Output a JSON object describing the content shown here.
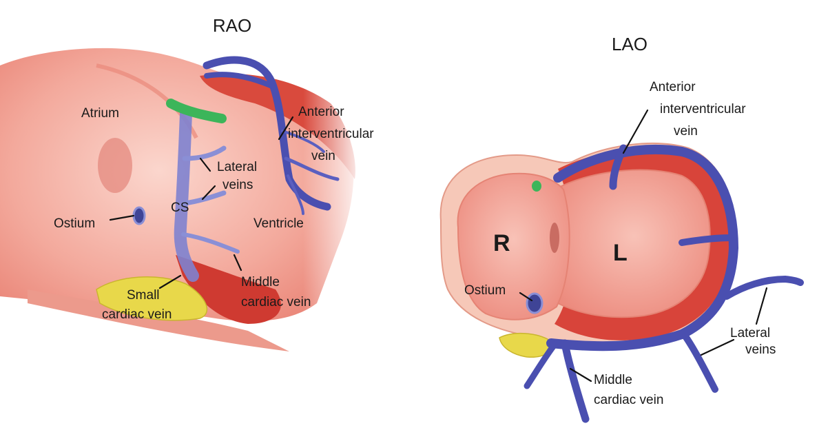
{
  "rao": {
    "title": "RAO",
    "labels": {
      "atrium": "Atrium",
      "anterior_iv": [
        "Anterior",
        "interventricular",
        "vein"
      ],
      "lateral_veins": [
        "Lateral",
        "veins"
      ],
      "cs": "CS",
      "ostium": "Ostium",
      "ventricle": "Ventricle",
      "middle_cardiac": [
        "Middle",
        "cardiac vein"
      ],
      "small_cardiac": [
        "Small",
        "cardiac vein"
      ]
    }
  },
  "lao": {
    "title": "LAO",
    "labels": {
      "anterior_iv": [
        "Anterior",
        "interventricular",
        "vein"
      ],
      "r": "R",
      "l": "L",
      "ostium": "Ostium",
      "lateral_veins": [
        "Lateral",
        "veins"
      ],
      "middle_cardiac": [
        "Middle",
        "cardiac vein"
      ]
    }
  },
  "colors": {
    "vein": "#4a4fb0",
    "vein_light": "#8a8fd6",
    "myocardium": "#d9453b",
    "tissue": "#f2a59a",
    "tissue_light": "#f9cfc6",
    "fat": "#e8d84a",
    "marker": "#3cb55a"
  }
}
